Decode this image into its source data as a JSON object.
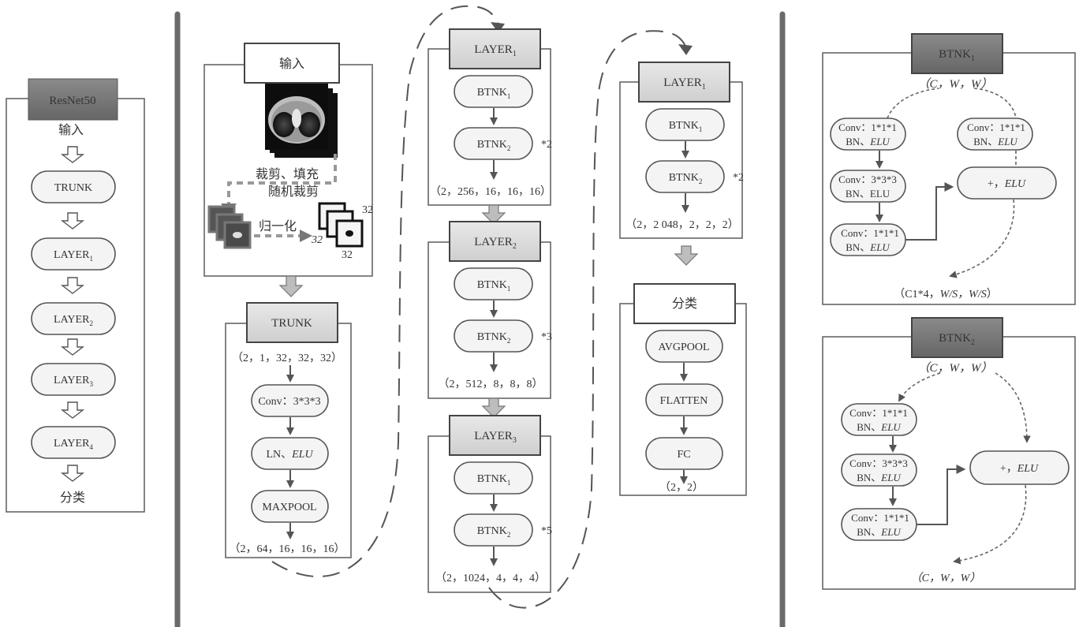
{
  "overview": {
    "title": "ResNet50",
    "input": "输入",
    "steps": [
      {
        "main": "TRUNK",
        "sub": ""
      },
      {
        "main": "LAYER",
        "sub": "1"
      },
      {
        "main": "LAYER",
        "sub": "2"
      },
      {
        "main": "LAYER",
        "sub": "3"
      },
      {
        "main": "LAYER",
        "sub": "4"
      }
    ],
    "output": "分类"
  },
  "input_panel": {
    "title": "输入",
    "preprocess_1": "裁剪、填充",
    "preprocess_2": "随机裁剪",
    "normalize": "归一化",
    "dim_top": "32",
    "dim_left": "32",
    "dim_bottom": "32"
  },
  "trunk": {
    "title": "TRUNK",
    "in_shape": "（2，1，32，32，32）",
    "ops": [
      "Conv：3*3*3",
      "LN、",
      "MAXPOOL"
    ],
    "op2_italic": "ELU",
    "out_shape": "（2，64，16，16，16）"
  },
  "layers": [
    {
      "title": "LAYER",
      "sub": "1",
      "btnk1": "BTNK",
      "btnk1_sub": "1",
      "btnk2": "BTNK",
      "btnk2_sub": "2",
      "repeat": "*2",
      "out_shape": "（2，256，16，16，16）"
    },
    {
      "title": "LAYER",
      "sub": "2",
      "btnk1": "BTNK",
      "btnk1_sub": "1",
      "btnk2": "BTNK",
      "btnk2_sub": "2",
      "repeat": "*3",
      "out_shape": "（2，512，8，8，8）"
    },
    {
      "title": "LAYER",
      "sub": "3",
      "btnk1": "BTNK",
      "btnk1_sub": "1",
      "btnk2": "BTNK",
      "btnk2_sub": "2",
      "repeat": "*5",
      "out_shape": "（2，1024，4，4，4）"
    },
    {
      "title": "LAYER",
      "sub": "1",
      "btnk1": "BTNK",
      "btnk1_sub": "1",
      "btnk2": "BTNK",
      "btnk2_sub": "2",
      "repeat": "*2",
      "out_shape": "（2，2 048，2，2，2）"
    }
  ],
  "classify": {
    "title": "分类",
    "ops": [
      "AVGPOOL",
      "FLATTEN",
      "FC"
    ],
    "out_shape": "（2，2）"
  },
  "btnk1": {
    "title": "BTNK",
    "sub": "1",
    "in_shape": "（C，W，W）",
    "left": [
      {
        "l1": "Conv：1*1*1",
        "l2a": "BN、",
        "l2b": "ELU",
        "l2b_italic": true
      },
      {
        "l1": "Conv：3*3*3",
        "l2a": "BN、",
        "l2b": "ELU",
        "l2b_italic": false
      },
      {
        "l1": "Conv：1*1*1",
        "l2a": "BN、",
        "l2b": "ELU",
        "l2b_italic": true
      }
    ],
    "shortcut": {
      "l1": "Conv：1*1*1",
      "l2a": "BN、",
      "l2b": "ELU"
    },
    "add": {
      "a": "+，",
      "b": "ELU"
    },
    "out_shape_a": "（C1*4，",
    "out_shape_b": "W/S，W/S",
    "out_shape_c": "）"
  },
  "btnk2": {
    "title": "BTNK",
    "sub": "2",
    "in_shape": "（C，W，W）",
    "left": [
      {
        "l1": "Conv：1*1*1",
        "l2a": "BN、",
        "l2b": "ELU"
      },
      {
        "l1": "Conv：3*3*3",
        "l2a": "BN、",
        "l2b": "ELU"
      },
      {
        "l1": "Conv：1*1*1",
        "l2a": "BN、",
        "l2b": "ELU"
      }
    ],
    "add": {
      "a": "+，",
      "b": "ELU"
    },
    "out_shape": "（C，W，W）"
  }
}
